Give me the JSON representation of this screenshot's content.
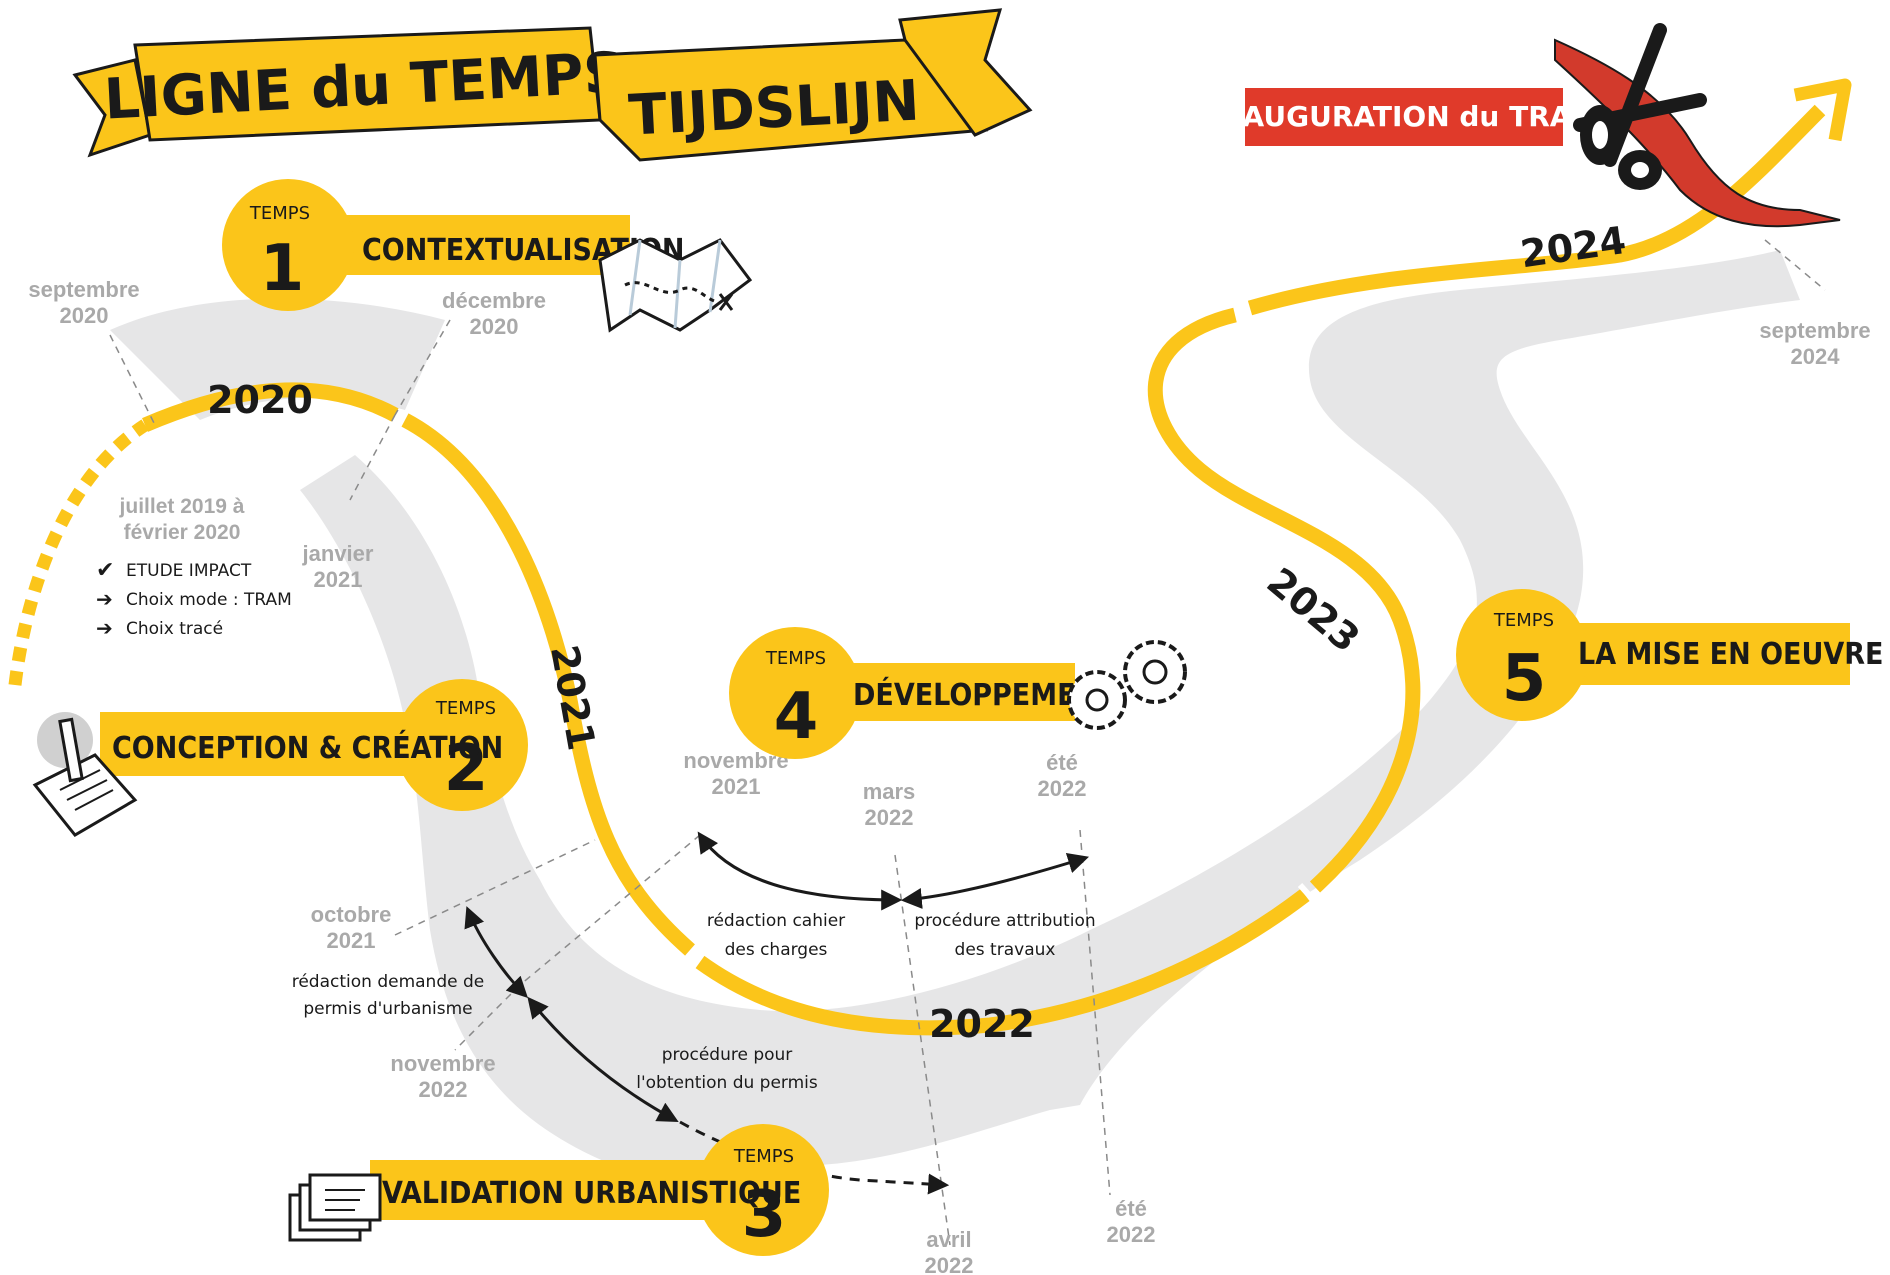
{
  "banner": {
    "title_fr": "LIGNE du TEMPS",
    "title_nl": "TIJDSLIJN"
  },
  "inauguration": {
    "label": "INAUGURATION du TRAM"
  },
  "years": [
    "2020",
    "2021",
    "2022",
    "2023",
    "2024"
  ],
  "phases": [
    {
      "temps": "TEMPS",
      "number": "1",
      "title": "CONTEXTUALISATION",
      "icon": "map-icon"
    },
    {
      "temps": "TEMPS",
      "number": "2",
      "title": "CONCEPTION & CRÉATION",
      "icon": "clipboard-pen-icon"
    },
    {
      "temps": "TEMPS",
      "number": "3",
      "title": "VALIDATION URBANISTIQUE",
      "icon": "document-stack-icon"
    },
    {
      "temps": "TEMPS",
      "number": "4",
      "title": "DÉVELOPPEMENT",
      "icon": "gears-icon"
    },
    {
      "temps": "TEMPS",
      "number": "5",
      "title": "LA MISE EN OEUVRE",
      "icon": ""
    }
  ],
  "dates": {
    "sep2020": [
      "septembre",
      "2020"
    ],
    "dec2020": [
      "décembre",
      "2020"
    ],
    "jan2021": [
      "janvier",
      "2021"
    ],
    "oct2021": [
      "octobre",
      "2021"
    ],
    "nov2021": [
      "novembre",
      "2021"
    ],
    "nov2022": [
      "novembre",
      "2022"
    ],
    "mar2022": [
      "mars",
      "2022"
    ],
    "ete2022a": [
      "été",
      "2022"
    ],
    "ete2022b": [
      "été",
      "2022"
    ],
    "apr2022": [
      "avril",
      "2022"
    ],
    "sep2024": [
      "septembre",
      "2024"
    ]
  },
  "prework": {
    "period": [
      "juillet 2019 à",
      "février 2020"
    ],
    "items": [
      "ETUDE IMPACT",
      "Choix mode : TRAM",
      "Choix tracé"
    ]
  },
  "notes": {
    "permis_demande": [
      "rédaction demande de",
      "permis d'urbanisme"
    ],
    "permis_obtention": [
      "procédure pour",
      "l'obtention du permis"
    ],
    "cahier": [
      "rédaction cahier",
      "des charges"
    ],
    "attribution": [
      "procédure attribution",
      "des travaux"
    ]
  },
  "colors": {
    "yellow": "#fbc51a",
    "grey_band": "#e6e6e7",
    "red": "#e03a2a",
    "text": "#1a1a1a",
    "date_grey": "#a9a9a9"
  }
}
